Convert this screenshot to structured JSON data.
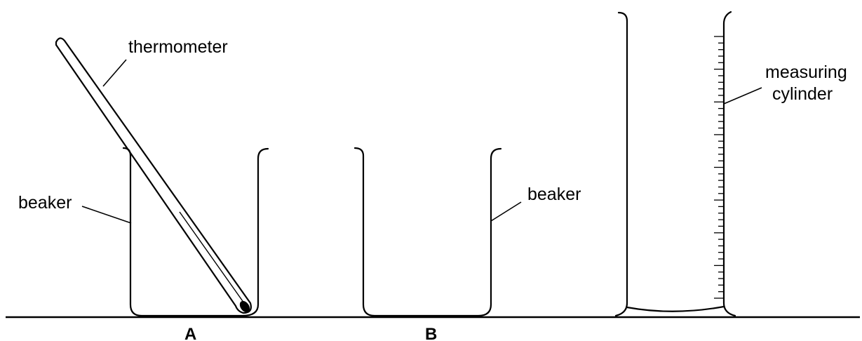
{
  "labels": {
    "thermometer": "thermometer",
    "beaker_a": "beaker",
    "beaker_b": "beaker",
    "measuring_cylinder_line1": "measuring",
    "measuring_cylinder_line2": "cylinder",
    "setup_a": "A",
    "setup_b": "B"
  }
}
